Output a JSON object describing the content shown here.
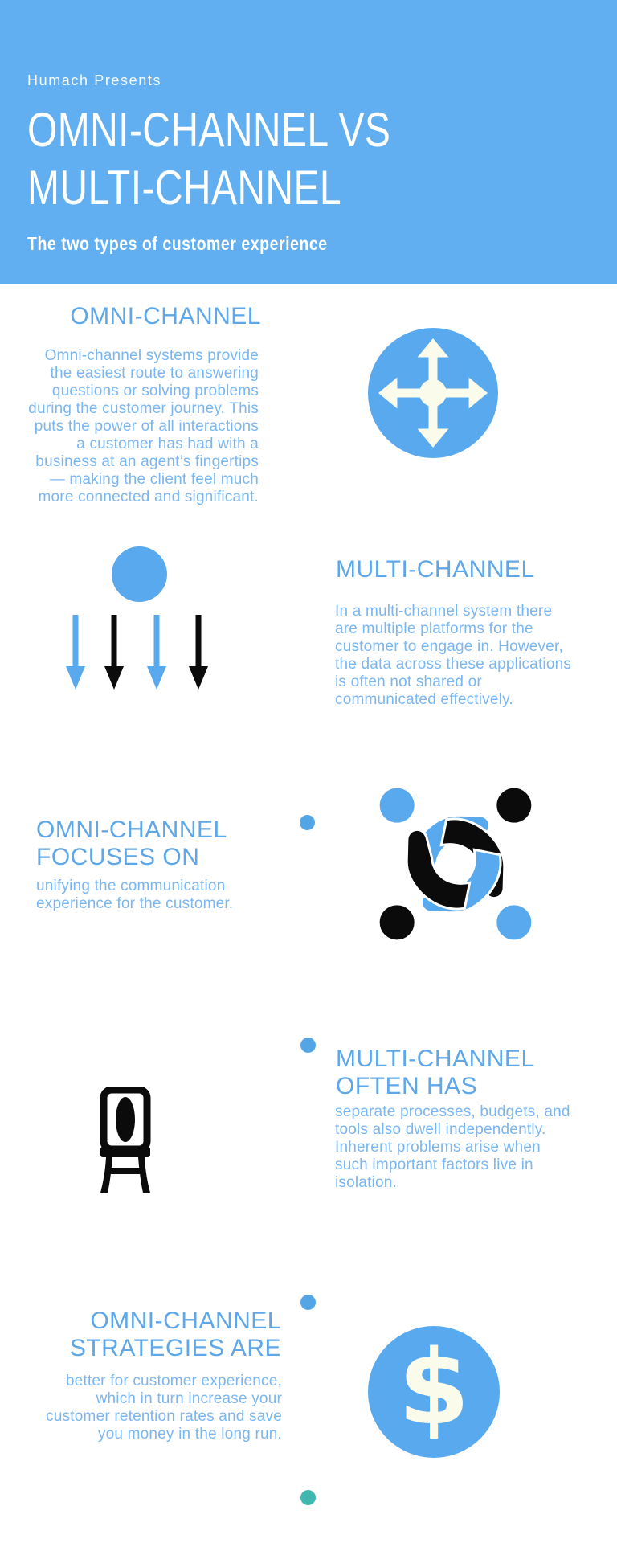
{
  "colors": {
    "page_bg": "#FFFFFF",
    "header_blue": "#61AFF0",
    "heading_blue": "#5EA7E8",
    "body_blue": "#7AB7F2",
    "icon_blue": "#58A9EE",
    "ink": "#0B0B0B",
    "cream": "#FBFBEC",
    "dot_blue": "#54A5E6",
    "teal_dot": "#3FB7B0"
  },
  "header": {
    "presenter": "Humach Presents",
    "title": "OMNI-CHANNEL VS\nMULTI-CHANNEL",
    "subtitle": "The two types of customer experience"
  },
  "sections": {
    "omni": {
      "heading": "OMNI-CHANNEL",
      "body": "Omni-channel systems provide\nthe easiest route to answering\nquestions or solving problems\nduring the customer journey. This\nputs the power of all interactions\na customer has had with a\nbusiness at an agent’s fingertips\n— making the client feel much\nmore connected and significant."
    },
    "multi": {
      "heading": "MULTI-CHANNEL",
      "body": "In a multi-channel system there\nare multiple platforms for the\ncustomer to engage in. However,\nthe data across these applications\nis often not shared or\ncommunicated effectively."
    },
    "omni_focus": {
      "heading": "OMNI-CHANNEL\nFOCUSES ON",
      "body": "unifying the communication\nexperience for the customer."
    },
    "multi_often": {
      "heading": "MULTI-CHANNEL\nOFTEN HAS",
      "body": "separate processes, budgets, and\ntools also dwell independently.\n Inherent problems arise when\nsuch important factors live in\nisolation."
    },
    "omni_strategies": {
      "heading": "OMNI-CHANNEL\nSTRATEGIES ARE",
      "body": "better for customer experience,\nwhich in turn increase your\ncustomer retention rates and save\nyou money in the long run."
    }
  },
  "icons": {
    "omni_arrows": "four-direction-arrows-in-circle",
    "multi_split": "circle-with-four-diverging-arrows",
    "teamwork": "four-people-around-table",
    "chair": "single-chair",
    "dollar": "dollar-sign-in-circle",
    "dollar_sign": "$"
  }
}
